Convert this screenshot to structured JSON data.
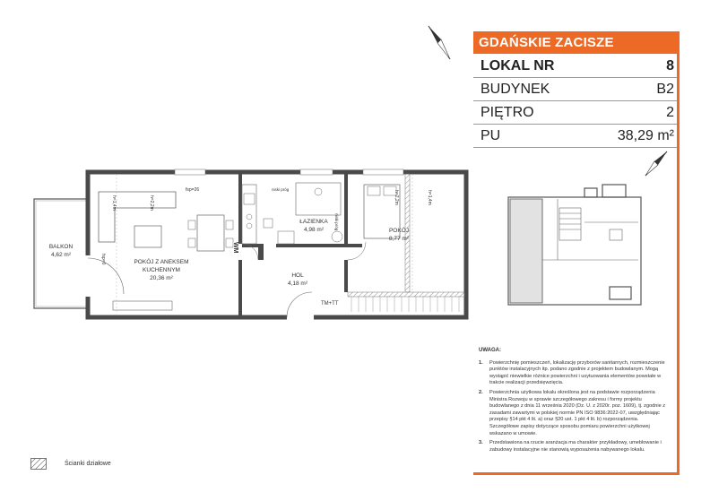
{
  "header": {
    "brand": "GDAŃSKIE ZACISZE",
    "rows": [
      {
        "label": "LOKAL NR",
        "value": "8"
      },
      {
        "label": "BUDYNEK",
        "value": "B2"
      },
      {
        "label": "PIĘTRO",
        "value": "2"
      },
      {
        "label": "PU",
        "value": "38,29 m²"
      }
    ]
  },
  "colors": {
    "accent": "#ec6a25",
    "wall": "#4a4a4a"
  },
  "rooms": {
    "balkon": {
      "name": "BALKON",
      "area": "4,62 m²"
    },
    "pokoj_aneks": {
      "name": "POKÓJ Z ANEKSEM KUCHENNYM",
      "area": "20,36 m²"
    },
    "lazienka": {
      "name": "ŁAZIENKA",
      "area": "4,98 m²"
    },
    "pokoj": {
      "name": "POKÓJ",
      "area": "8,77 m²"
    },
    "hol": {
      "name": "HOL",
      "area": "4,18 m²"
    }
  },
  "plan_tags": {
    "h14_left": "h=1,4m",
    "h22_left": "h=2,2m",
    "fsp": "fsp=26",
    "niski_prog_1": "niski próg",
    "niski_prog_2": "niski próg",
    "wm": "WM",
    "tm_tt": "TM+TT",
    "h22_right": "h=2,2m",
    "h14_right": "h=1,4m",
    "fsp_balkon": "fsp=0"
  },
  "notes": {
    "title": "UWAGA:",
    "items": [
      {
        "num": "1.",
        "text": "Powierzchnię pomieszczeń, lokalizację przyborów sanitarnych, rozmieszczenie punktów instalacyjnych itp. podano zgodnie z projektem budowlanym. Mogą wystąpić niewielkie różnice powierzchni i usytuowania elementów powstałe w trakcie realizacji przedsięwzięcia."
      },
      {
        "num": "2.",
        "text": "Powierzchnia użytkowa lokalu określona jest na podstawie rozporządzenia Ministra Rozwoju w sprawie szczegółowego zakresu i formy projektu budowlanego z dnia 11 września 2020 (Dz. U. z 2020r. poz. 1609), tj. zgodnie z zasadami zawartymi w polskiej normie PN ISO 9836:2022-07, uwzględniając przepisy §14 pkt 4 lit. a) oraz §20 ust. 1 pkt 4 lit. b) rozporządzenia. Szczegółowe zapisy dotyczące sposobu pomiaru powierzchni użytkowej wskazano w umowie."
      },
      {
        "num": "3.",
        "text": "Przedstawiona na rzucie aranżacja ma charakter przykładowy, umeblowanie i zabudowy instalacyjne nie stanowią wyposażenia nabywanego lokalu."
      }
    ]
  },
  "legend": {
    "text": "Ścianki działowe",
    "icon": "hatch-icon"
  },
  "icons": {
    "north": "north-arrow-icon"
  }
}
